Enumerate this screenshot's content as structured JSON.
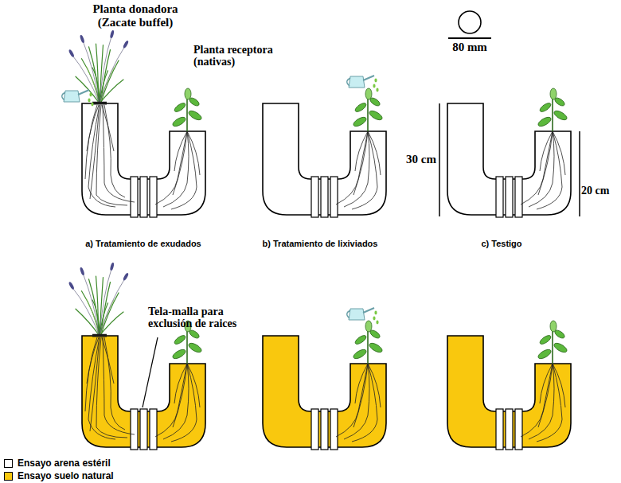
{
  "diagram": {
    "labels": [
      "Planta donadora (Zacate buffel)",
      "Planta receptora (nativas)",
      "80 mm",
      "30 cm",
      "20 cm",
      "a) Tratamiento de exudados",
      "b) Tratamiento de lixiviados",
      "c) Testigo",
      "Tela-malla para exclusión de raices"
    ],
    "legend": [
      {
        "text": "Ensayo arena estéril",
        "color": "#ffffff"
      },
      {
        "text": "Ensayo suelo natural",
        "color": "#f9c80e"
      }
    ]
  }
}
